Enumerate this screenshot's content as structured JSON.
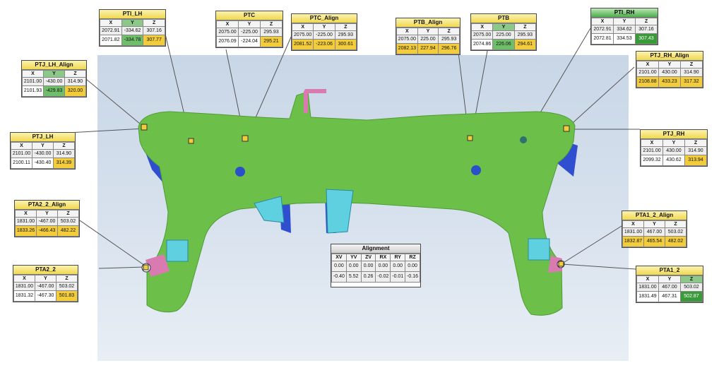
{
  "viewport": {
    "background": "#d4dfeb",
    "part_color": "#6cc04a"
  },
  "colors": {
    "tol_in": "#f2cc3a",
    "tol_good": "#6fbf6a",
    "tol_good_dark": "#3a9a3a",
    "header_green": "#8cc887"
  },
  "points": [
    {
      "id": "pti-lh",
      "title": "PTI_LH",
      "head": [
        "X",
        "Y",
        "Z"
      ],
      "head_hl": [
        false,
        true,
        false
      ],
      "nominal": [
        "2072.91",
        "-334.62",
        "307.16"
      ],
      "measured": [
        "2071.82",
        "-334.78",
        "307.77"
      ],
      "mstyle": [
        "w",
        "g",
        "y"
      ]
    },
    {
      "id": "ptc",
      "title": "PTC",
      "head": [
        "X",
        "Y",
        "Z"
      ],
      "head_hl": [
        false,
        false,
        false
      ],
      "nominal": [
        "2075.00",
        "-225.00",
        "295.93"
      ],
      "measured": [
        "2076.09",
        "-224.04",
        "295.21"
      ],
      "mstyle": [
        "w",
        "w",
        "y"
      ]
    },
    {
      "id": "ptc-align",
      "title": "PTC_Align",
      "head": [
        "X",
        "Y",
        "Z"
      ],
      "head_hl": [
        false,
        false,
        false
      ],
      "nominal": [
        "2075.00",
        "-225.00",
        "295.93"
      ],
      "measured": [
        "2081.52",
        "-223.06",
        "300.61"
      ],
      "mstyle": [
        "y",
        "y",
        "y"
      ]
    },
    {
      "id": "ptb-align",
      "title": "PTB_Align",
      "head": [
        "X",
        "Y",
        "Z"
      ],
      "head_hl": [
        false,
        false,
        false
      ],
      "nominal": [
        "2075.00",
        "225.00",
        "295.93"
      ],
      "measured": [
        "2082.13",
        "227.94",
        "296.76"
      ],
      "mstyle": [
        "y",
        "y",
        "y"
      ]
    },
    {
      "id": "ptb",
      "title": "PTB",
      "head": [
        "X",
        "Y",
        "Z"
      ],
      "head_hl": [
        false,
        true,
        false
      ],
      "nominal": [
        "2075.00",
        "225.00",
        "295.93"
      ],
      "measured": [
        "2074.86",
        "226.06",
        "294.61"
      ],
      "mstyle": [
        "w",
        "g",
        "y"
      ]
    },
    {
      "id": "pti-rh",
      "title": "PTI_RH",
      "green": true,
      "head": [
        "X",
        "Y",
        "Z"
      ],
      "head_hl": [
        false,
        false,
        false
      ],
      "nominal": [
        "2072.91",
        "334.62",
        "307.16"
      ],
      "measured": [
        "2072.81",
        "334.53",
        "307.43"
      ],
      "mstyle": [
        "w",
        "w",
        "dg"
      ]
    },
    {
      "id": "ptj-lh-align",
      "title": "PTJ_LH_Align",
      "head": [
        "X",
        "Y",
        "Z"
      ],
      "head_hl": [
        false,
        true,
        false
      ],
      "nominal": [
        "2101.00",
        "-430.00",
        "314.90"
      ],
      "measured": [
        "2101.93",
        "-429.83",
        "320.00"
      ],
      "mstyle": [
        "w",
        "g",
        "y"
      ]
    },
    {
      "id": "ptj-rh-align",
      "title": "PTJ_RH_Align",
      "head": [
        "X",
        "Y",
        "Z"
      ],
      "head_hl": [
        false,
        false,
        false
      ],
      "nominal": [
        "2101.00",
        "430.00",
        "314.90"
      ],
      "measured": [
        "2108.88",
        "433.23",
        "317.32"
      ],
      "mstyle": [
        "y",
        "y",
        "y"
      ]
    },
    {
      "id": "ptj-lh",
      "title": "PTJ_LH",
      "head": [
        "X",
        "Y",
        "Z"
      ],
      "head_hl": [
        false,
        false,
        false
      ],
      "nominal": [
        "2101.00",
        "-430.00",
        "314.90"
      ],
      "measured": [
        "2100.11",
        "-430.40",
        "314.39"
      ],
      "mstyle": [
        "w",
        "w",
        "y"
      ]
    },
    {
      "id": "ptj-rh",
      "title": "PTJ_RH",
      "head": [
        "X",
        "Y",
        "Z"
      ],
      "head_hl": [
        false,
        false,
        false
      ],
      "nominal": [
        "2101.00",
        "430.00",
        "314.90"
      ],
      "measured": [
        "2099.32",
        "430.62",
        "313.94"
      ],
      "mstyle": [
        "w",
        "w",
        "y"
      ]
    },
    {
      "id": "pta2-2-align",
      "title": "PTA2_2_Align",
      "head": [
        "X",
        "Y",
        "Z"
      ],
      "head_hl": [
        false,
        false,
        false
      ],
      "nominal": [
        "1831.00",
        "-467.00",
        "503.02"
      ],
      "measured": [
        "1833.26",
        "-466.43",
        "482.22"
      ],
      "mstyle": [
        "y",
        "y",
        "y"
      ]
    },
    {
      "id": "pta1-2-align",
      "title": "PTA1_2_Align",
      "head": [
        "X",
        "Y",
        "Z"
      ],
      "head_hl": [
        false,
        false,
        false
      ],
      "nominal": [
        "1831.00",
        "467.00",
        "503.02"
      ],
      "measured": [
        "1832.87",
        "465.54",
        "482.02"
      ],
      "mstyle": [
        "y",
        "y",
        "y"
      ]
    },
    {
      "id": "pta2-2",
      "title": "PTA2_2",
      "head": [
        "X",
        "Y",
        "Z"
      ],
      "head_hl": [
        false,
        false,
        false
      ],
      "nominal": [
        "1831.00",
        "-467.00",
        "503.02"
      ],
      "measured": [
        "1831.32",
        "-467.30",
        "501.83"
      ],
      "mstyle": [
        "w",
        "w",
        "y"
      ]
    },
    {
      "id": "pta1-2",
      "title": "PTA1_2",
      "head": [
        "X",
        "Y",
        "Z"
      ],
      "head_hl": [
        false,
        false,
        true
      ],
      "nominal": [
        "1831.00",
        "467.00",
        "503.02"
      ],
      "measured": [
        "1831.49",
        "467.31",
        "502.87"
      ],
      "mstyle": [
        "w",
        "w",
        "dg"
      ]
    }
  ],
  "alignment": {
    "title": "Alignment",
    "head": [
      "XV",
      "YV",
      "ZV",
      "RX",
      "RY",
      "RZ"
    ],
    "row1": [
      "0.00",
      "0.00",
      "0.00",
      "0.00",
      "0.00",
      "0.00"
    ],
    "row2": [
      "-0.40",
      "5.52",
      "0.26",
      "-0.02",
      "-0.01",
      "-0.16"
    ]
  }
}
